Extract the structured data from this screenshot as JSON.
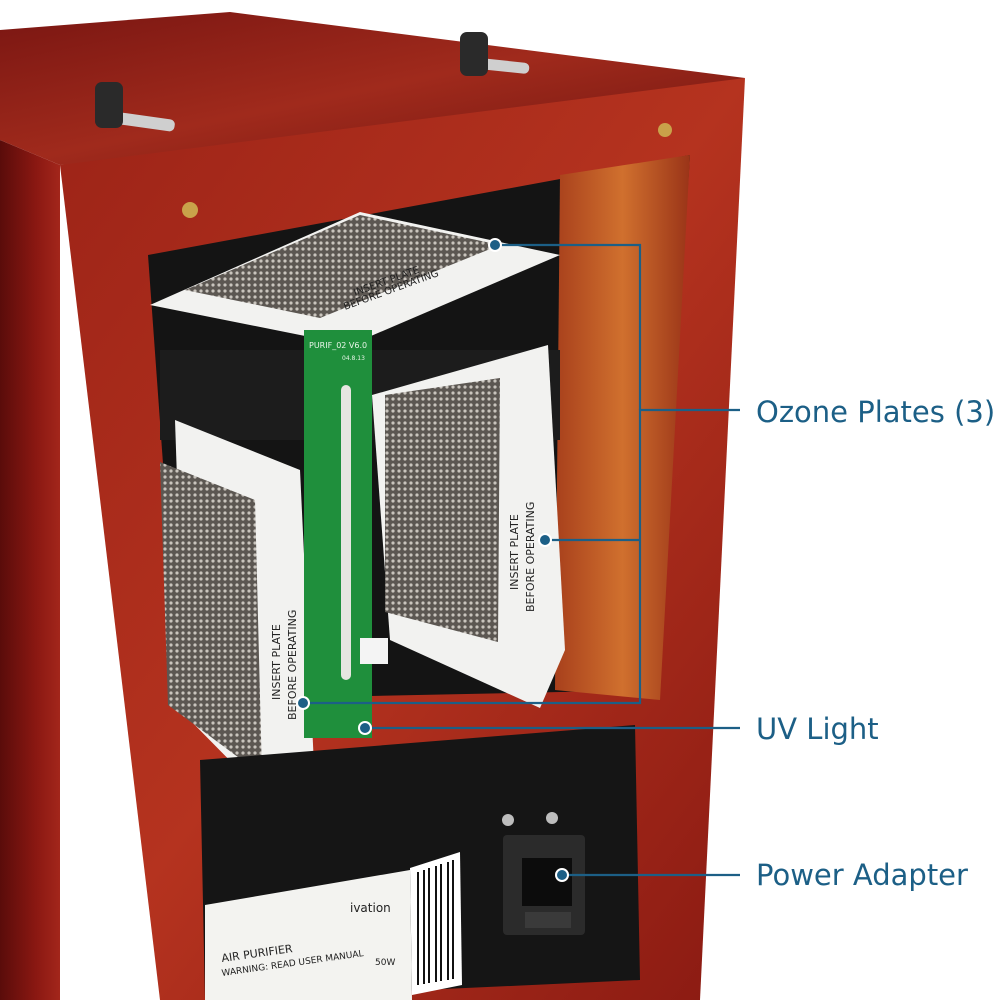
{
  "callouts": {
    "ozone_plates": "Ozone Plates (3)",
    "uv_light": "UV Light",
    "power_adapter": "Power Adapter"
  },
  "plate_text": {
    "line1": "INSERT PLATE",
    "line2": "BEFORE OPERATING"
  },
  "pcb": {
    "model": "PURIF_02 V6.0",
    "date": "04.8.13"
  },
  "product_label": {
    "brand": "ivation",
    "product": "AIR PURIFIER",
    "warning": "WARNING: READ USER MANUAL",
    "wattage": "50W"
  },
  "colors": {
    "cabinet_wood": "#8e1a14",
    "callout_line": "#1c5f86",
    "pcb_green": "#1f8f3c"
  }
}
